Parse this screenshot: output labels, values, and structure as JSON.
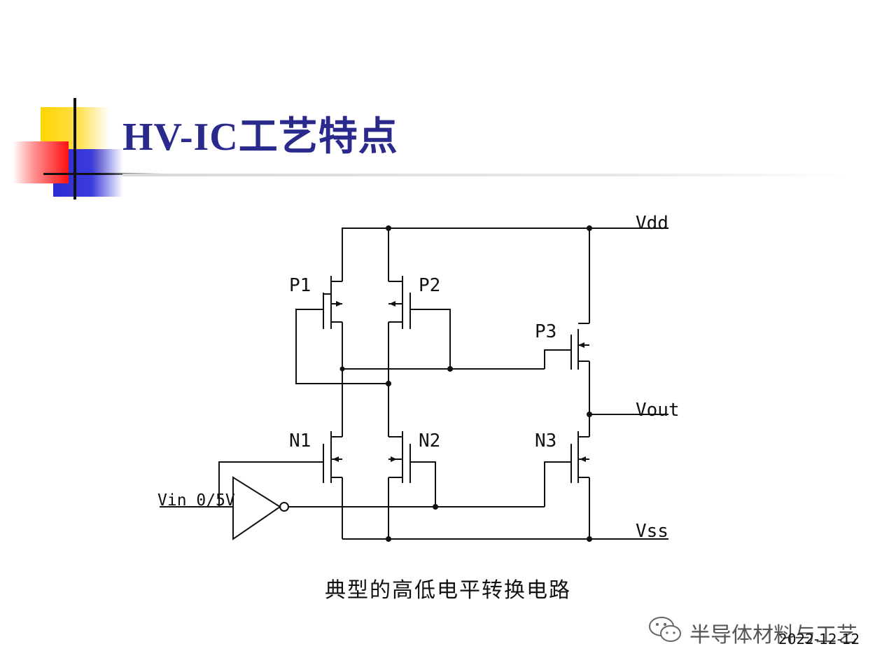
{
  "slide": {
    "title": "HV-IC工艺特点",
    "caption": "典型的高低电平转换电路",
    "date": "2022-12-12"
  },
  "circuit": {
    "labels": {
      "vdd": "Vdd",
      "vss": "Vss",
      "vout": "Vout",
      "vin": "Vin 0/5V",
      "p1": "P1",
      "p2": "P2",
      "p3": "P3",
      "n1": "N1",
      "n2": "N2",
      "n3": "N3"
    }
  },
  "watermark": {
    "text": "半导体材料与工艺",
    "icon": "wechat-icon"
  },
  "colors": {
    "title": "#2a2a8c",
    "accent_yellow": "#ffd400",
    "accent_blue": "#2b2bd6",
    "accent_red": "#ff1010"
  }
}
